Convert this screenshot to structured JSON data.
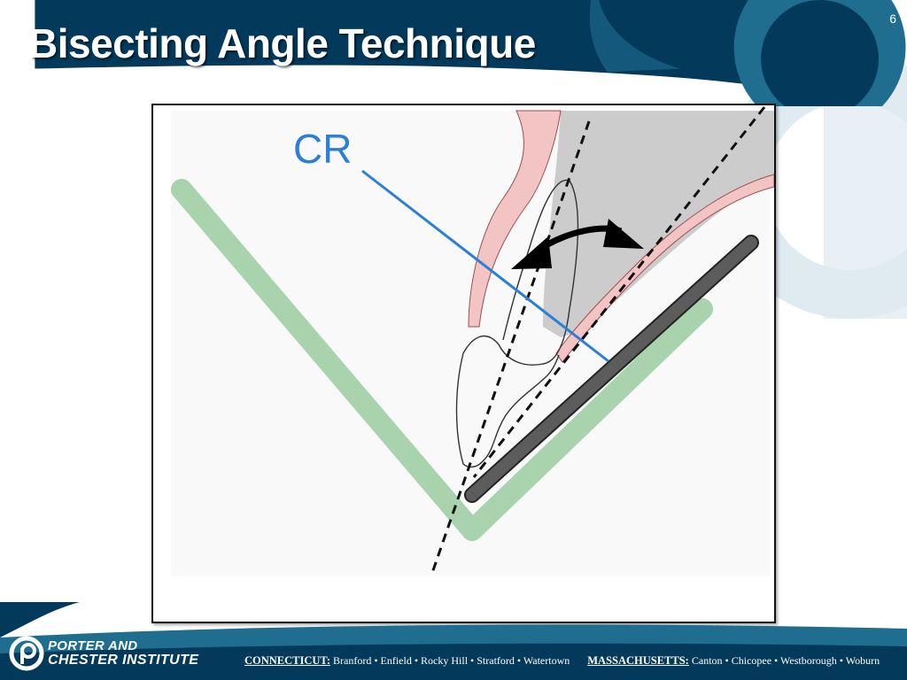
{
  "slide": {
    "title": "Bisecting Angle Technique",
    "page_number": "6"
  },
  "figure": {
    "cr_label": "CR",
    "colors": {
      "central_ray": "#2a80d8",
      "film_plane": "#a8d3ad",
      "receptor": "#5c5c5c",
      "gum": "#f2c4c4",
      "bone": "#cccccc",
      "arrow": "#000000"
    }
  },
  "footer": {
    "brand_line1": "PORTER AND",
    "brand_line2": "CHESTER INSTITUTE",
    "connecticut_label": "CONNECTICUT:",
    "connecticut_towns": "Branford • Enfield • Rocky Hill • Stratford • Watertown",
    "massachusetts_label": "MASSACHUSETTS:",
    "massachusetts_towns": "Canton • Chicopee • Westborough • Woburn"
  },
  "theme": {
    "navy": "#033a5c",
    "teal": "#1f6d8f"
  }
}
